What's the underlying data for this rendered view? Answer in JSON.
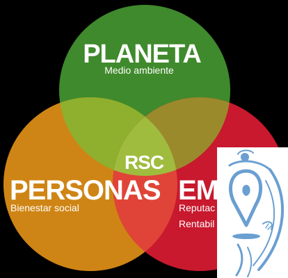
{
  "diagram": {
    "circles": [
      {
        "key": "planeta",
        "title": "PLANETA",
        "subtitle": "Medio ambiente",
        "color": "#3f8a2c"
      },
      {
        "key": "personas",
        "title": "PERSONAS",
        "subtitle": "Bienestar social",
        "color": "#cf8515"
      },
      {
        "key": "empresa",
        "title": "EMP",
        "subtitle_lines": [
          "Reputac",
          "Rentabil"
        ],
        "color": "#c8192e"
      }
    ],
    "center": {
      "label": "RSC"
    },
    "overlap_colors": {
      "planeta_personas": "#8faf2e",
      "planeta_empresa": "#9a8a2c",
      "personas_empresa": "#e04438",
      "center": "#9fbc3e"
    }
  },
  "logo": {
    "icon": "map-pin-figure-logo",
    "color": "#6a9fd1"
  }
}
